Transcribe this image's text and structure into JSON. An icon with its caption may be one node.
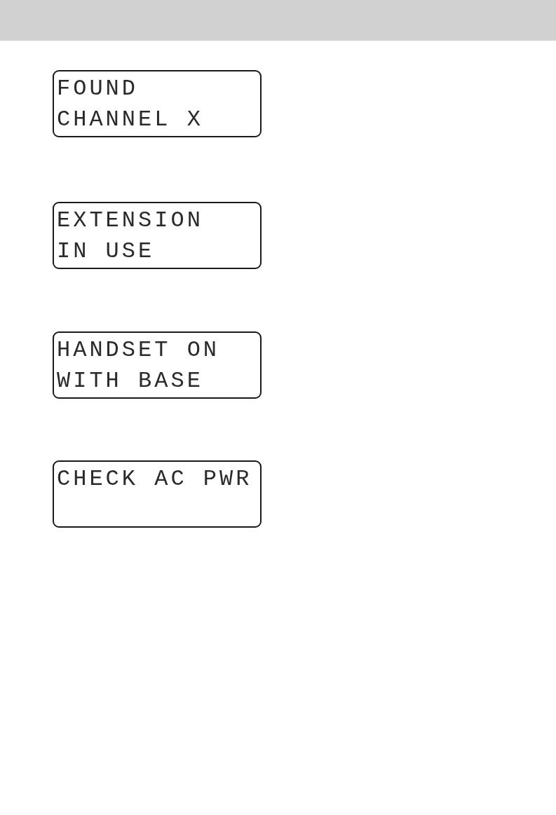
{
  "diagram": {
    "nodes": [
      {
        "text": [
          "FOUND",
          "CHANNEL X"
        ]
      },
      {
        "text": [
          "EXTENSION",
          "IN USE"
        ]
      },
      {
        "text": [
          "HANDSET ON",
          "WITH BASE"
        ]
      },
      {
        "text": [
          "CHECK AC PWR"
        ]
      }
    ]
  }
}
